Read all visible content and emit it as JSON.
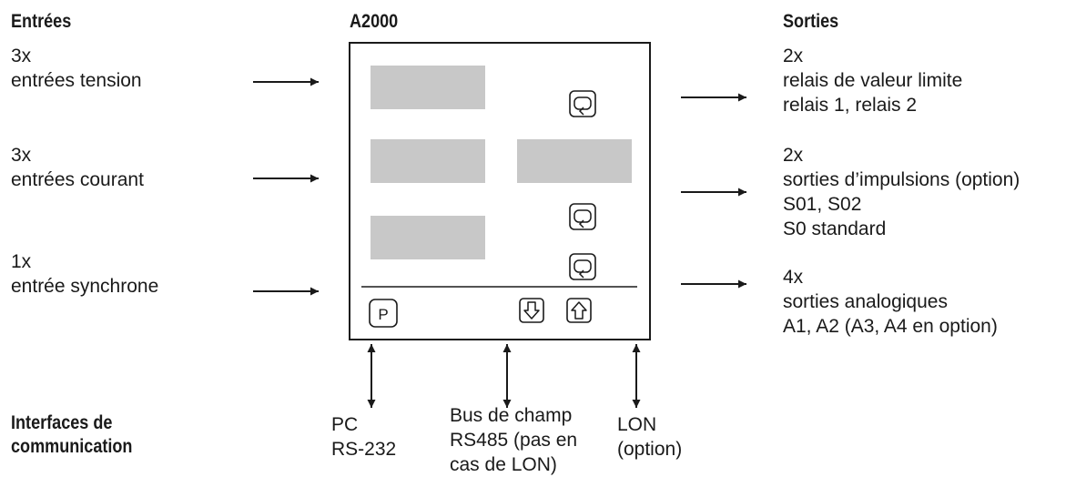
{
  "headings": {
    "inputs": "Entrées",
    "device": "A2000",
    "outputs": "Sorties",
    "interfaces": [
      "Interfaces de",
      "communication"
    ]
  },
  "inputs": [
    [
      "3x",
      "entrées tension"
    ],
    [
      "3x",
      "entrées courant"
    ],
    [
      "1x",
      "entrée synchrone"
    ]
  ],
  "outputs": [
    [
      "2x",
      "relais de valeur limite",
      "relais 1, relais 2"
    ],
    [
      "2x",
      "sorties d’impulsions (option)",
      "S01, S02",
      "S0 standard"
    ],
    [
      "4x",
      "sorties analogiques",
      "A1, A2 (A3, A4 en option)"
    ]
  ],
  "interfaces": [
    [
      "PC",
      "RS-232"
    ],
    [
      "Bus de champ",
      "RS485 (pas en",
      "cas de LON)"
    ],
    [
      "LON",
      "(option)"
    ]
  ],
  "keys": {
    "program": "P",
    "down": "⇩",
    "up": "⇧"
  },
  "colors": {
    "display": "#c8c8c8",
    "line": "#1a1a1a"
  }
}
